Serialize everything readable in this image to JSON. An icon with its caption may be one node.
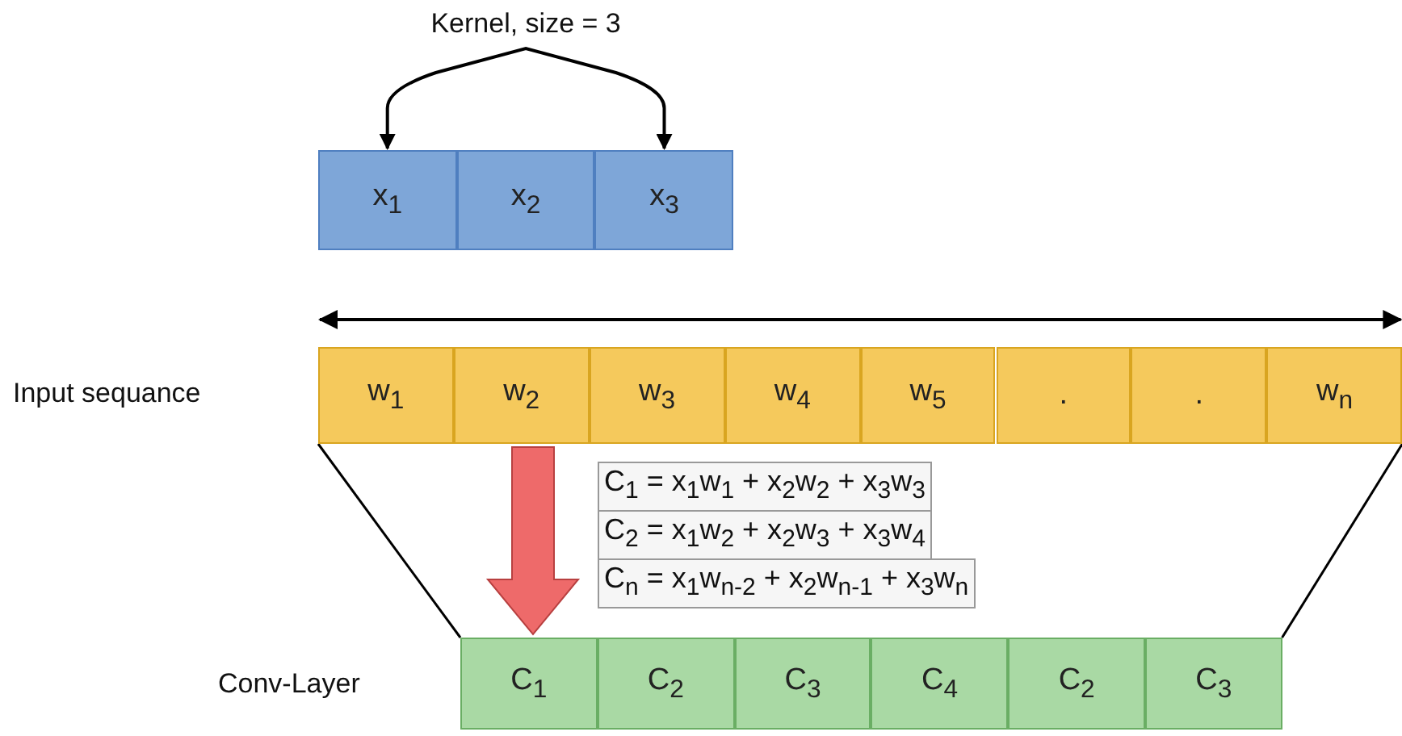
{
  "diagram": {
    "nodes": [
      {
        "text": [
          "x$_{1}$"
        ]
      },
      {
        "text": [
          "x$_{2}$"
        ]
      },
      {
        "text": [
          "x$_{3}$"
        ]
      },
      {
        "text": [
          "w$_{1}$"
        ]
      },
      {
        "text": [
          "w$_{2}$"
        ]
      },
      {
        "text": [
          "w$_{3}$"
        ]
      },
      {
        "text": [
          "w$_{4}$"
        ]
      },
      {
        "text": [
          "w$_{5}$"
        ]
      },
      {
        "text": [
          "."
        ]
      },
      {
        "text": [
          "."
        ]
      },
      {
        "text": [
          "w$_{n}$"
        ]
      },
      {
        "text": [
          "C$_{1}$"
        ]
      },
      {
        "text": [
          "C$_{2}$"
        ]
      },
      {
        "text": [
          "C$_{3}$"
        ]
      },
      {
        "text": [
          "C$_{4}$"
        ]
      },
      {
        "text": [
          "C$_{2}$"
        ]
      },
      {
        "text": [
          "C$_{3}$"
        ]
      }
    ],
    "edges": [
      {
        "from": 0,
        "to": 2,
        "arrow": "both",
        "label": "Kernel, size = 3"
      },
      {
        "from": 3,
        "to": 10,
        "arrow": "both"
      },
      {
        "from": 3,
        "to": 11,
        "arrow": "none"
      },
      {
        "from": 10,
        "to": 16,
        "arrow": "none"
      },
      {
        "from": 4,
        "to": 11,
        "arrow": "to",
        "style": "thick",
        "color": "#ee6a6a"
      }
    ],
    "labels": [
      "Input sequance",
      "C$_{1}$ =  x$_{1}$w$_{1}$ +  x$_{2}$w$_{2}$ + x$_{3}$w$_{3}$",
      "C$_{2}$ =  x$_{1}$w$_{2}$ +  x$_{2}$w$_{3}$ + x$_{3}$w$_{4}$",
      "C$_{n}$ =  x$_{1}$w$_{n-2}$ +  x$_{2}$w$_{n-1}$ + x$_{3}$w$_{n}$",
      "Conv-Layer"
    ]
  }
}
